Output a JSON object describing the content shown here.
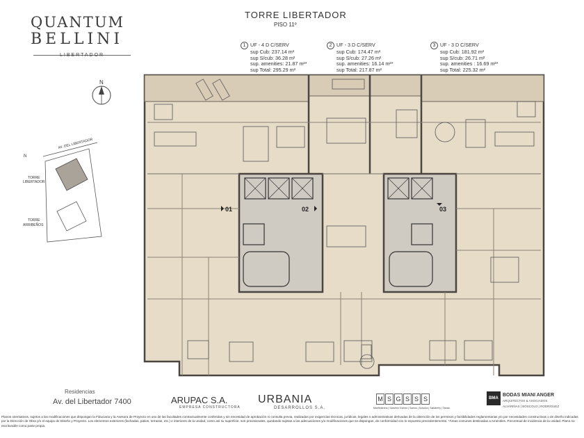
{
  "logo": {
    "line1": "QUANTUM",
    "line2": "BELLINI",
    "line3": "LIBERTADOR"
  },
  "header": {
    "title": "TORRE  LIBERTADOR",
    "floor": "PISO  11º"
  },
  "units": [
    {
      "number": "1",
      "name": "UF - 4 D C/SERV",
      "rows": [
        "sup Cub:   237.14 m²",
        "sup S/cub:   36.28 m²",
        "sup. amenities: 21.87 m²*",
        "sup Total:  295.29 m²"
      ]
    },
    {
      "number": "2",
      "name": "UF - 3 D C/SERV",
      "rows": [
        "sup Cub: 174.47 m²",
        "sup S/cub:   27.26 m²",
        "sup. amenities: 16.14 m²*",
        "sup Total:  217.87 m²"
      ]
    },
    {
      "number": "3",
      "name": "UF - 3 D C/SERV",
      "rows": [
        "sup Cub:   181.92 m²",
        "sup S/cub:    26.71 m²",
        "sup. amenities : 16.69 m²*",
        "sup Total:  225.32 m²"
      ]
    }
  ],
  "compass": {
    "label": "N"
  },
  "site_plan": {
    "street": "AV. DEL LIBERTADOR",
    "tower_a": [
      "TORRE",
      "LIBERTADOR"
    ],
    "tower_b": [
      "TORRE",
      "ARRIBEÑOS"
    ]
  },
  "plan_tags": [
    "01",
    "02",
    "03"
  ],
  "footer": {
    "residencias": "Residencias",
    "address": "Av. del Libertador  7400",
    "arupac": "ARUPAC S.A.",
    "arupac_sub": "EMPRESA CONSTRUCTORA",
    "urbania": "URBANIA",
    "urbania_sub": "DESARROLLOS  S.A.",
    "msg_letters": [
      "M",
      "S",
      "G",
      "S",
      "S",
      "S"
    ],
    "msg_sub": "Mariñelarena | Sánchez Gómez | Santos | Solsona | Sallaberry | Tatoan",
    "bma_mark": "BMA",
    "bma_name": "BODAS MIANI ANGER",
    "bma_sub": "ARQUITECTOS & ASOCIADOS",
    "bma_sub2": "ALVARIÑAS | BÓSCOLO | RODRÍGUEZ"
  },
  "legal": "Planos orientativos, sujetos a las modificaciones que dispongan la Fiduciaria y la Asesora de Proyecto en uso de las facultades contractualmente conferidas y sin necesidad de aprobación ni consulta previa, realizadas por exigencias técnicas, jurídicas, legales o administrativas derivadas de la obtención de los permisos y factibilidades reglamentarias y/o por necesidades constructivas o de diseño indicadas por la Dirección de Obra y/o el equipo de Diseño y Proyecto. Los elementos exteriores (fachadas, patios, terrazas, etc.) e interiores de la unidad, como así su superficie, son provisionales, quedando sujetas a las adecuaciones y/o modificaciones que se dispongan, de conformidad con lo expuesto precedentemente. *Áreas comunes destinadas a Amenities. Porcentual de incidencia de la unidad. Plano no escriturable como parte propia.",
  "colors": {
    "floor": "#e6dcc8",
    "wall": "#4a4540",
    "core": "#cfcac2",
    "line": "#8a8278"
  }
}
